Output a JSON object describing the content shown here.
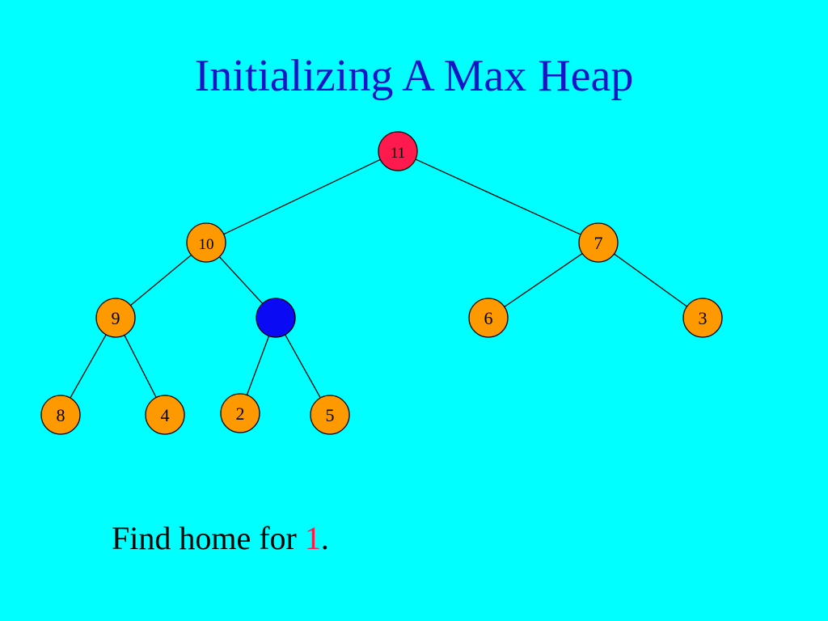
{
  "slide": {
    "title": "Initializing A Max Heap",
    "caption_prefix": "Find home for ",
    "caption_highlight": "1",
    "caption_suffix": "."
  },
  "colors": {
    "background": "#00FFFF",
    "title": "#1515C8",
    "root_fill": "#FF1A4D",
    "node_fill": "#FF9900",
    "empty_fill": "#0A0AF5",
    "highlight_text": "#FF1A4D"
  },
  "tree": {
    "nodes": [
      {
        "id": "n1",
        "label": "11",
        "state": "current"
      },
      {
        "id": "n2",
        "label": "10",
        "state": "normal"
      },
      {
        "id": "n3",
        "label": "7",
        "state": "normal"
      },
      {
        "id": "n4",
        "label": "9",
        "state": "normal"
      },
      {
        "id": "n5",
        "label": "",
        "state": "empty"
      },
      {
        "id": "n6",
        "label": "6",
        "state": "normal"
      },
      {
        "id": "n7",
        "label": "3",
        "state": "normal"
      },
      {
        "id": "n8",
        "label": "8",
        "state": "normal"
      },
      {
        "id": "n9",
        "label": "4",
        "state": "normal"
      },
      {
        "id": "n10",
        "label": "2",
        "state": "normal"
      },
      {
        "id": "n11",
        "label": "5",
        "state": "normal"
      }
    ],
    "edges": [
      [
        "n1",
        "n2"
      ],
      [
        "n1",
        "n3"
      ],
      [
        "n2",
        "n4"
      ],
      [
        "n2",
        "n5"
      ],
      [
        "n3",
        "n6"
      ],
      [
        "n3",
        "n7"
      ],
      [
        "n4",
        "n8"
      ],
      [
        "n4",
        "n9"
      ],
      [
        "n5",
        "n10"
      ],
      [
        "n5",
        "n11"
      ]
    ]
  }
}
